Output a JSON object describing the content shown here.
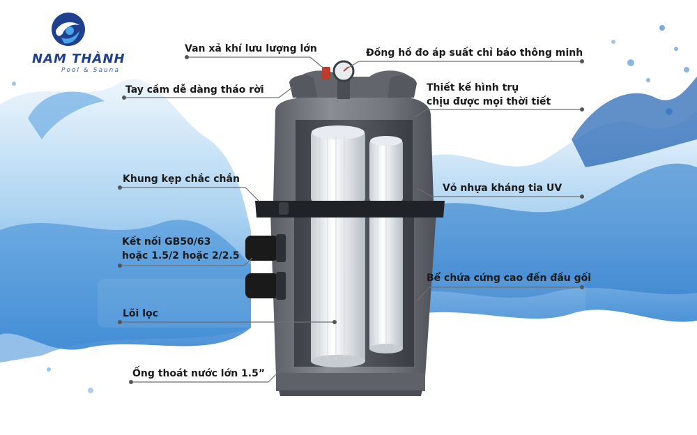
{
  "brand": {
    "name": "NAM THÀNH",
    "subtitle": "Pool & Sauna"
  },
  "colors": {
    "brand_blue": "#1f3f8f",
    "water_blue": "#2d7fd0",
    "tank_gray": "#6e7278",
    "connector_black": "#1a1a1a",
    "text": "#1a1a1a"
  },
  "callouts": {
    "air_valve": "Van xả khí lưu lượng lớn",
    "pressure_gauge": "Đồng hồ đo áp suất chỉ báo thông minh",
    "handle": "Tay cầm dễ dàng tháo rời",
    "cylinder_line1": "Thiết kế hình trụ",
    "cylinder_line2": "chịu được mọi thời tiết",
    "clamp": "Khung kẹp chắc chắn",
    "uv_shell": "Vỏ nhựa kháng tia UV",
    "connection_line1": "Kết nối GB50/63",
    "connection_line2": "hoặc 1.5/2 hoặc 2/2.5",
    "tank": "Bể chứa cứng cao đến đầu gối",
    "cartridge": "Lõi lọc",
    "drain": "Ống thoát nước lớn 1.5”"
  },
  "icons": {
    "logo": "water-drop-logo-icon"
  }
}
